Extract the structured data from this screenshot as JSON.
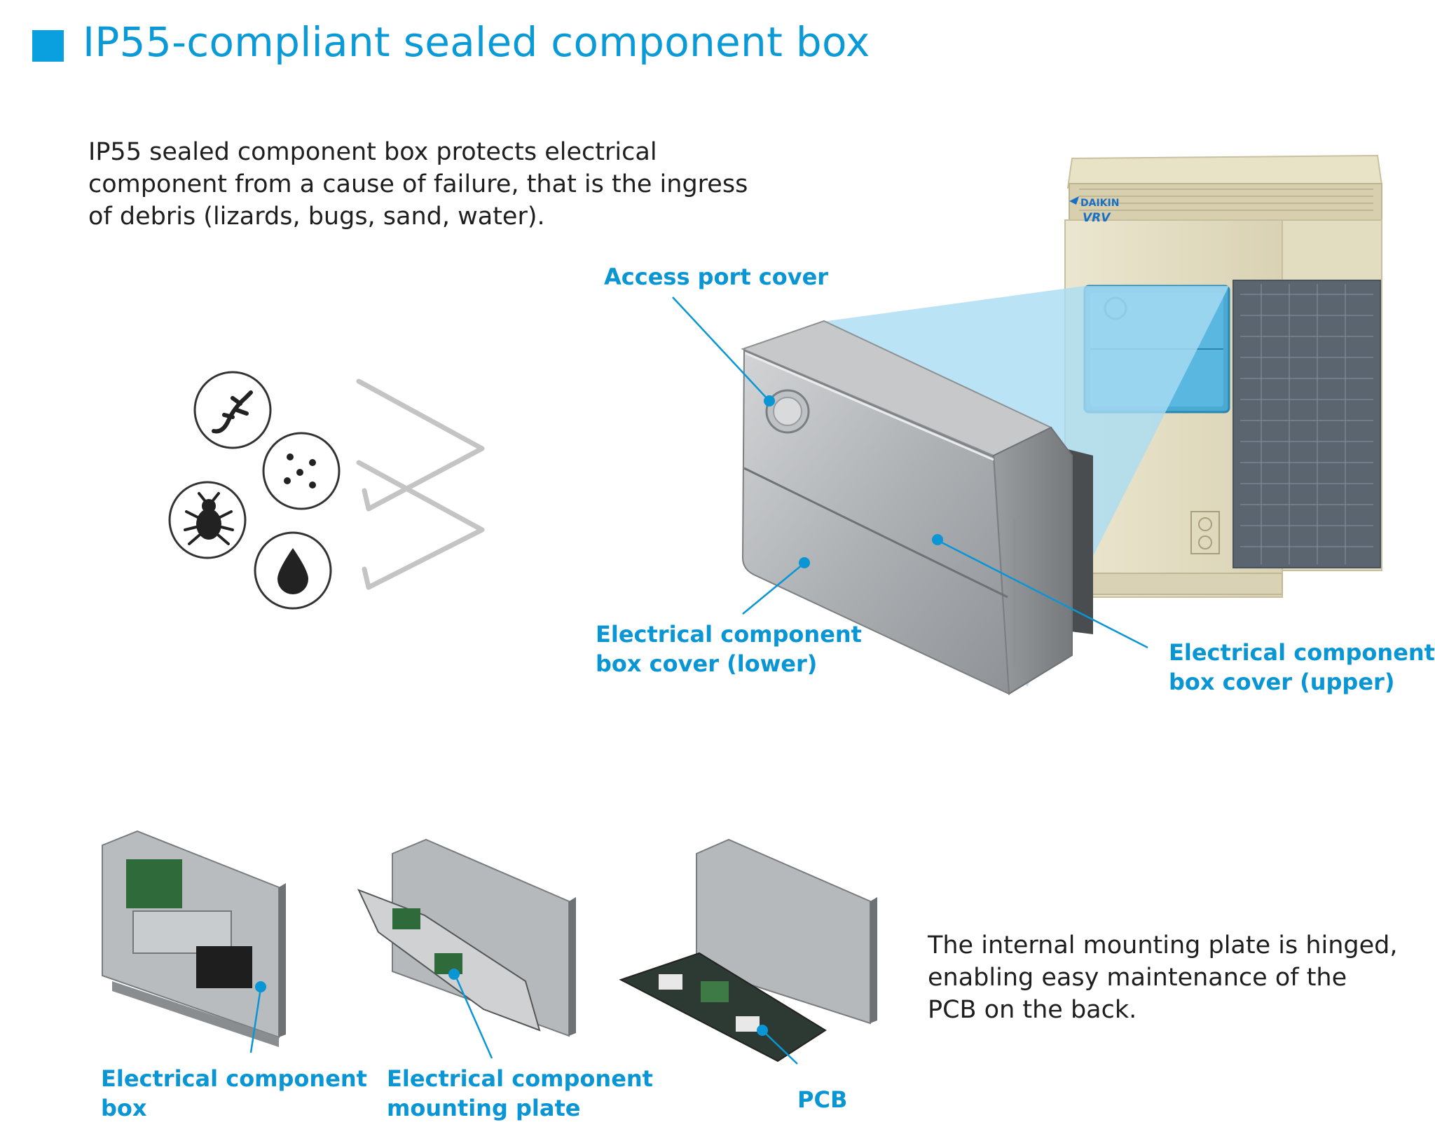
{
  "title": "IP55-compliant sealed component box",
  "intro_lines": [
    "IP55 sealed component box protects electrical",
    "component from a cause of failure, that is the ingress",
    "of debris (lizards, bugs, sand, water)."
  ],
  "outro_lines": [
    "The internal mounting plate is hinged,",
    "enabling easy maintenance of the",
    "PCB on the back."
  ],
  "labels": {
    "access_port_cover": "Access port cover",
    "cover_lower": [
      "Electrical component",
      "box cover (lower)"
    ],
    "cover_upper": [
      "Electrical component",
      "box cover (upper)"
    ],
    "component_box": [
      "Electrical component",
      "box"
    ],
    "mounting_plate": [
      "Electrical component",
      "mounting plate"
    ],
    "pcb": "PCB"
  },
  "brand": {
    "logo_text": "DAIKIN",
    "product_text": "VRV"
  },
  "icons": [
    "lizard-icon",
    "sand-icon",
    "bug-icon",
    "water-drop-icon"
  ],
  "colors": {
    "accent": "#0a9ad8",
    "highlight": "#bde6f7",
    "text": "#1e1e1e"
  }
}
